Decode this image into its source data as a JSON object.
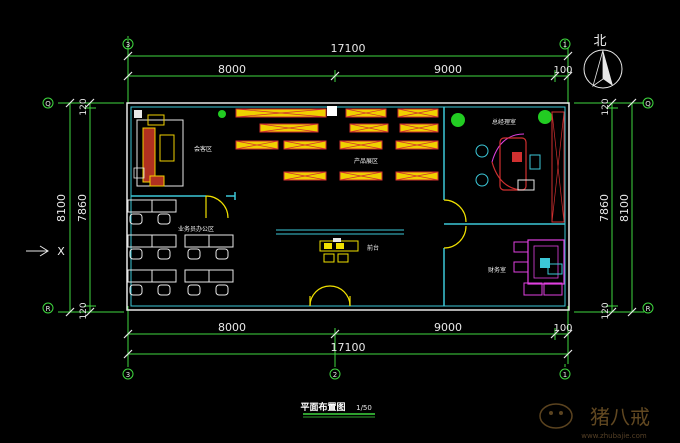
{
  "drawing": {
    "top_total": "17100",
    "top_left": "8000",
    "top_right": "9000",
    "top_small": "100",
    "bottom_total": "17100",
    "bottom_left": "8000",
    "bottom_right": "9000",
    "bottom_small": "100",
    "left_total": "8100",
    "left_inner": "7860",
    "left_top_small": "120",
    "left_bottom_small": "120",
    "right_total": "8100",
    "right_inner": "7860",
    "right_top_small": "120",
    "right_bottom_small": "120",
    "north_label": "北",
    "view_arrow_label": "X"
  },
  "grid_bubbles": {
    "top_left": "3",
    "top_right": "1",
    "bottom_left": "3",
    "bottom_mid": "2",
    "bottom_right": "1",
    "left_top": "Q",
    "left_bottom": "R",
    "right_top": "Q",
    "right_bottom": "R"
  },
  "rooms": {
    "reception": "会客区",
    "showroom": "产品展区",
    "office_area": "业务员办公区",
    "front_desk": "前台",
    "manager": "总经理室",
    "finance": "财务室"
  },
  "title_block": {
    "title": "平面布置图",
    "scale": "1/50"
  },
  "watermark": {
    "text": "猪八戒",
    "url": "www.zhubajie.com"
  },
  "colors": {
    "wall": "#e8e8e8",
    "wall_inner": "#3cc8d8",
    "dimension": "#3fd83f",
    "furniture": "#e8e8e8",
    "display": "#d03030",
    "display_fill": "#f0d000",
    "plant": "#22cc22",
    "door": "#f0e000",
    "magenta": "#e040e0"
  }
}
